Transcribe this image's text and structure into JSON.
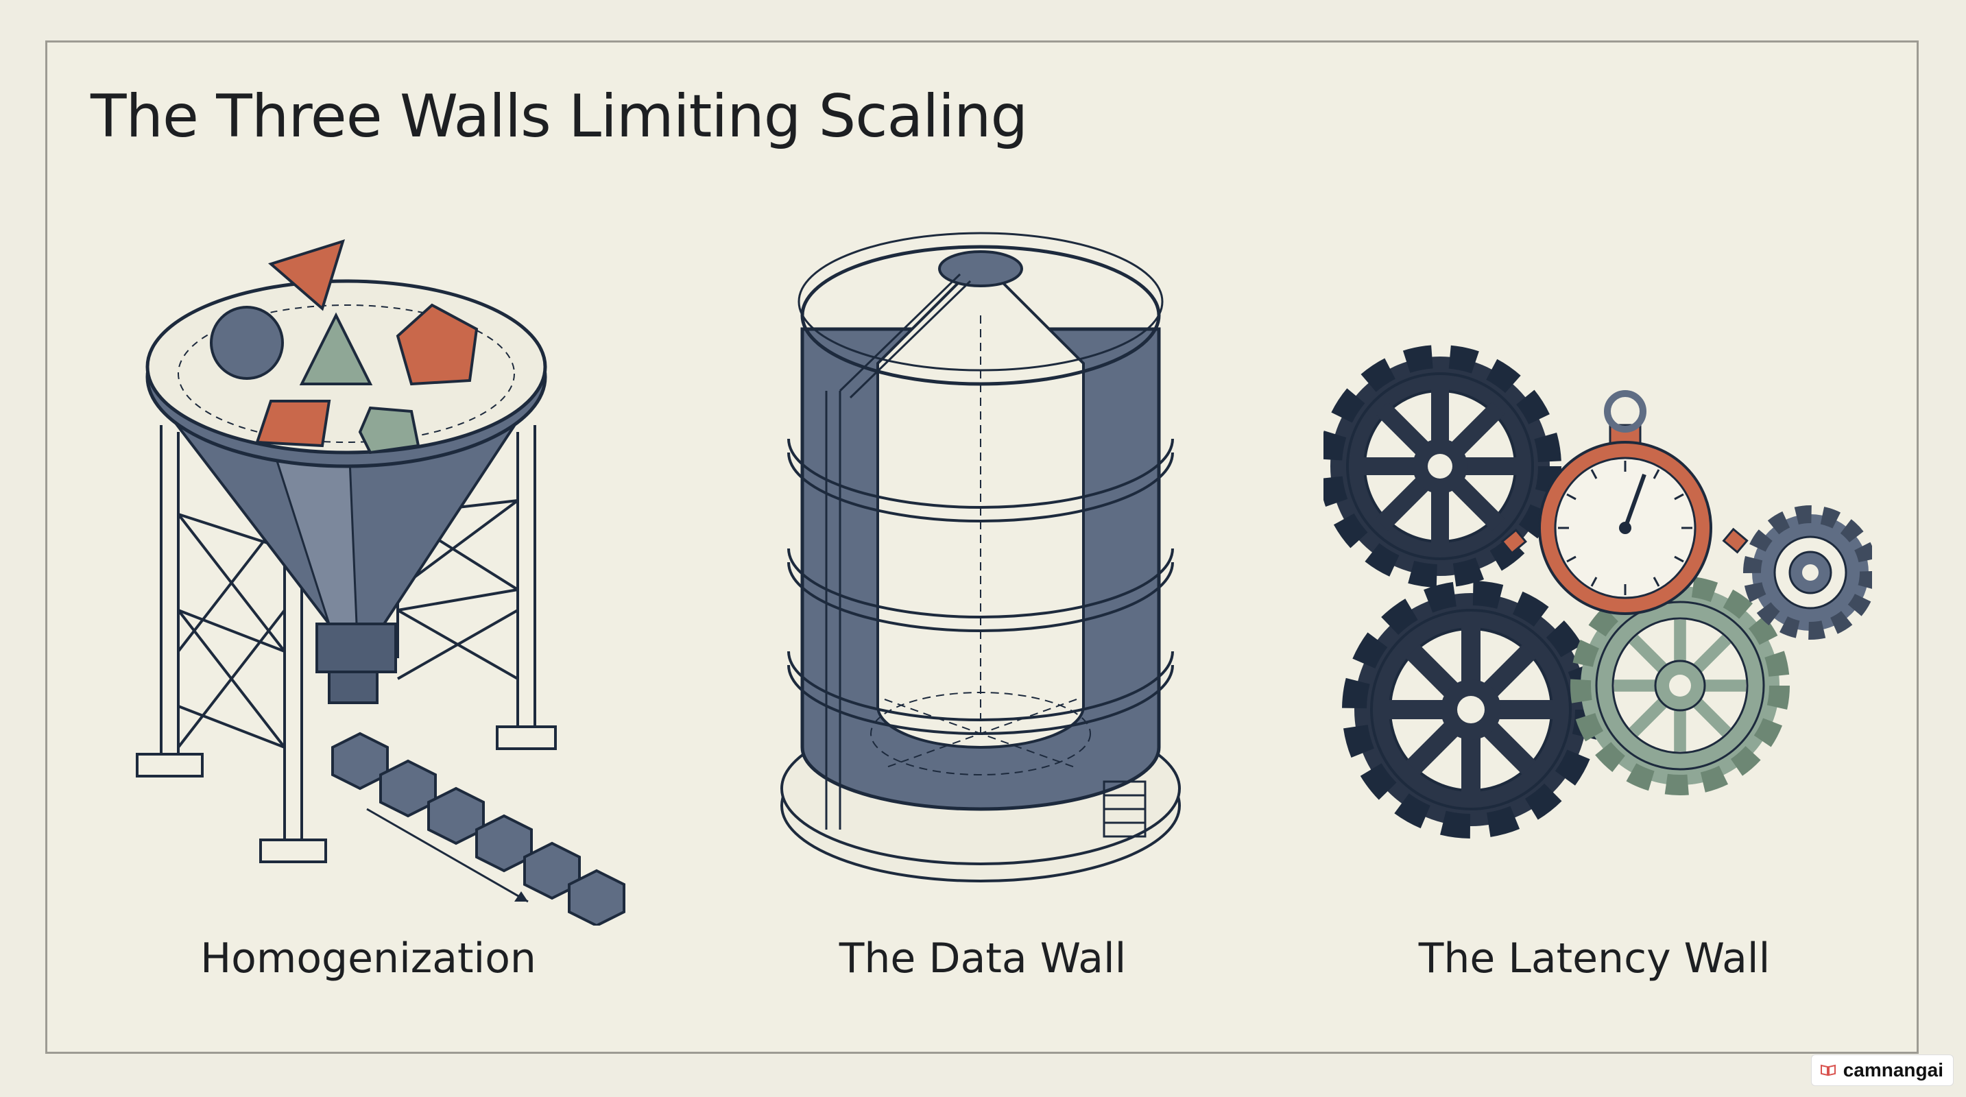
{
  "slide": {
    "title": "The Three Walls Limiting Scaling"
  },
  "panels": [
    {
      "label": "Homogenization",
      "icon": "hopper-icon"
    },
    {
      "label": "The Data Wall",
      "icon": "silo-icon"
    },
    {
      "label": "The Latency Wall",
      "icon": "gears-stopwatch-icon"
    }
  ],
  "watermark": {
    "text": "camnangai"
  },
  "colors": {
    "ink": "#1d2a3d",
    "slate": "#5f6d84",
    "terracotta": "#c9684b",
    "sage": "#8fa796",
    "background": "#f1efe3"
  }
}
